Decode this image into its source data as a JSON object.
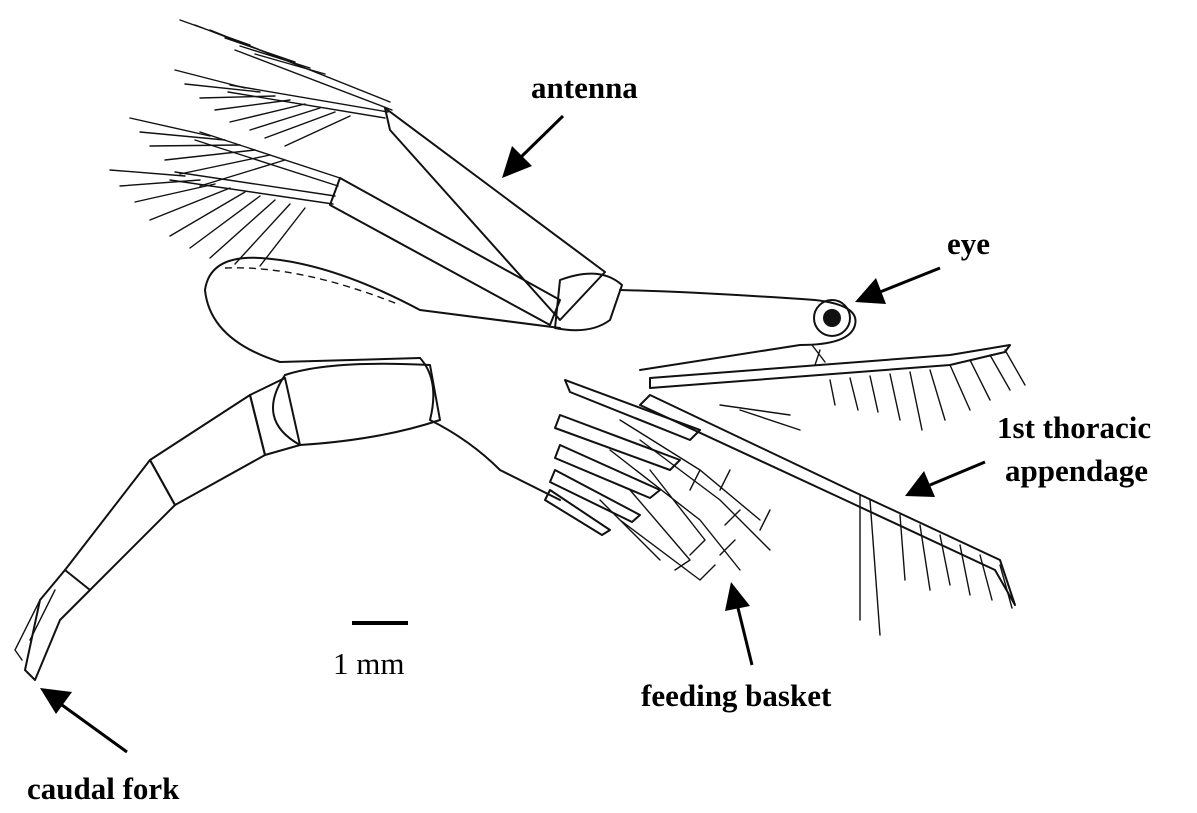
{
  "labels": {
    "antenna": "antenna",
    "eye": "eye",
    "thoracic_line1": "1st thoracic",
    "thoracic_line2": "appendage",
    "feeding_basket": "feeding basket",
    "caudal_fork": "caudal fork"
  },
  "scale_bar": {
    "label": "1 mm"
  },
  "colors": {
    "ink": "#000000",
    "background": "#ffffff"
  }
}
